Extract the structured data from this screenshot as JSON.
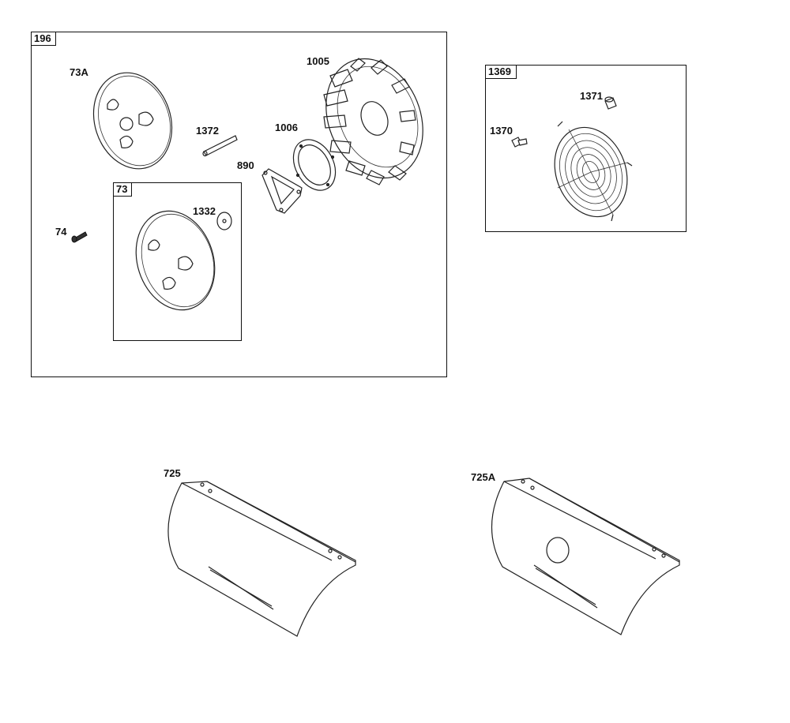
{
  "groups": {
    "g196": {
      "tag": "196"
    },
    "g73": {
      "tag": "73"
    },
    "g1369": {
      "tag": "1369"
    }
  },
  "callouts": {
    "c73A": "73A",
    "c1005": "1005",
    "c1372": "1372",
    "c1006": "1006",
    "c890": "890",
    "c1332": "1332",
    "c74": "74",
    "c1371": "1371",
    "c1370": "1370",
    "c725": "725",
    "c725A": "725A"
  },
  "icons": {
    "fan-cover-plate": "plate-icon",
    "flywheel-fan": "flywheel-icon",
    "pin": "pin-icon",
    "gasket": "gasket-icon",
    "bracket": "bracket-icon",
    "washer": "washer-icon",
    "bolt": "bolt-icon",
    "fan-guard": "grille-icon",
    "spacer": "spacer-icon",
    "screw": "screw-icon",
    "shield": "shield-icon"
  }
}
